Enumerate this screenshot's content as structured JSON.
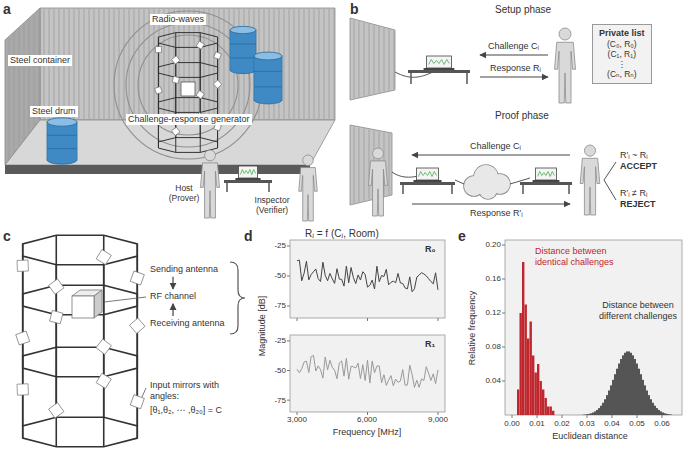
{
  "diagram": {
    "nodes": [
      {
        "text": [
          "Private list",
          "(C₀, R₀)",
          "(C₁, R₁)",
          "⋮",
          "(Cₙ, Rₙ)"
        ]
      },
      {
        "text": [
          "Sending antenna"
        ]
      },
      {
        "text": [
          "RF channel"
        ]
      },
      {
        "text": [
          "Receiving antenna"
        ]
      }
    ],
    "edges": [
      {
        "from": 1,
        "to": 2,
        "arrow": "to"
      },
      {
        "from": 3,
        "to": 2,
        "arrow": "to"
      }
    ],
    "labels": [
      "a",
      "Steel container",
      "Radio-waves",
      "Steel drum",
      "Challenge-response generator",
      "Host (Prover)",
      "Inspector (Verifier)",
      "b",
      "Setup phase",
      "Challenge Cᵢ",
      "Response Rᵢ",
      "Proof phase",
      "Challenge Cᵢ",
      "Response R′ᵢ",
      "R′ᵢ ~ Rᵢ",
      "ACCEPT",
      "R′ᵢ ≠ Rᵢ",
      "REJECT",
      "c",
      "Input mirrors with angles:",
      "[θ₁,θ₂, ⋯ ,θ₂₀] = C",
      "d",
      "Rⱼ = f (Cⱼ, Room)",
      "R₀",
      "R₁",
      "Magnitude [dB]",
      "-25",
      "-50",
      "-75",
      "-25",
      "-50",
      "-75",
      "3,000",
      "6,000",
      "9,000",
      "Frequency [MHz]",
      "e",
      "Distance between identical challenges",
      "Distance between different challenges",
      "Relative frequency",
      "0.20",
      "0.16",
      "0.12",
      "0.08",
      "0.04",
      "0.00",
      "0.01",
      "0.02",
      "0.03",
      "0.04",
      "0.05",
      "0.06",
      "Euclidean distance"
    ]
  }
}
